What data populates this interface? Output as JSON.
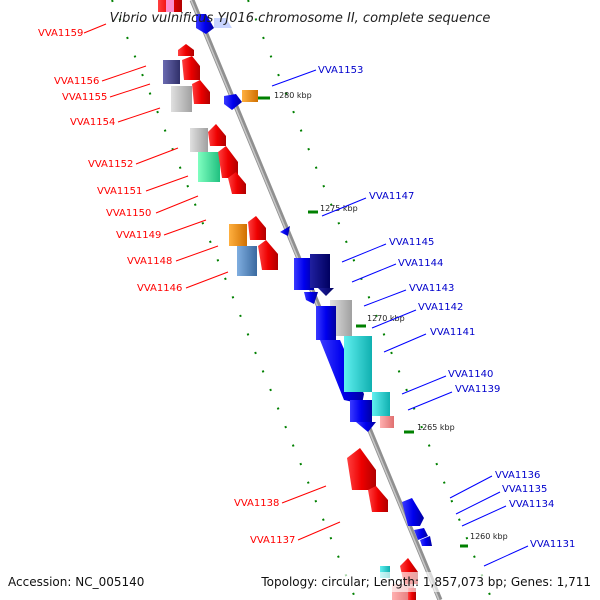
{
  "title": "Vibrio vulnificus YJ016 chromosome II, complete sequence",
  "footer": {
    "accession": "Accession: NC_005140",
    "summary": "Topology: circular; Length: 1,857,073 bp; Genes: 1,711"
  },
  "colors": {
    "red": "#ff0000",
    "blue": "#0000ff",
    "backbone": "#888888",
    "dots": "#008000",
    "label_red": "#ff0000",
    "label_blue": "#0000cc"
  },
  "ticks": [
    {
      "label": "1280 kbp"
    },
    {
      "label": "1275 kbp"
    },
    {
      "label": "1270 kbp"
    },
    {
      "label": "1265 kbp"
    },
    {
      "label": "1260 kbp"
    }
  ],
  "left_labels": [
    {
      "text": "VVA1159"
    },
    {
      "text": "VVA1156"
    },
    {
      "text": "VVA1155"
    },
    {
      "text": "VVA1154"
    },
    {
      "text": "VVA1152"
    },
    {
      "text": "VVA1151"
    },
    {
      "text": "VVA1150"
    },
    {
      "text": "VVA1149"
    },
    {
      "text": "VVA1148"
    },
    {
      "text": "VVA1146"
    },
    {
      "text": "VVA1138"
    },
    {
      "text": "VVA1137"
    }
  ],
  "right_labels": [
    {
      "text": "VVA1153"
    },
    {
      "text": "VVA1147"
    },
    {
      "text": "VVA1145"
    },
    {
      "text": "VVA1144"
    },
    {
      "text": "VVA1143"
    },
    {
      "text": "VVA1142"
    },
    {
      "text": "VVA1141"
    },
    {
      "text": "VVA1140"
    },
    {
      "text": "VVA1139"
    },
    {
      "text": "VVA1136"
    },
    {
      "text": "VVA1135"
    },
    {
      "text": "VVA1134"
    },
    {
      "text": "VVA1131"
    }
  ]
}
